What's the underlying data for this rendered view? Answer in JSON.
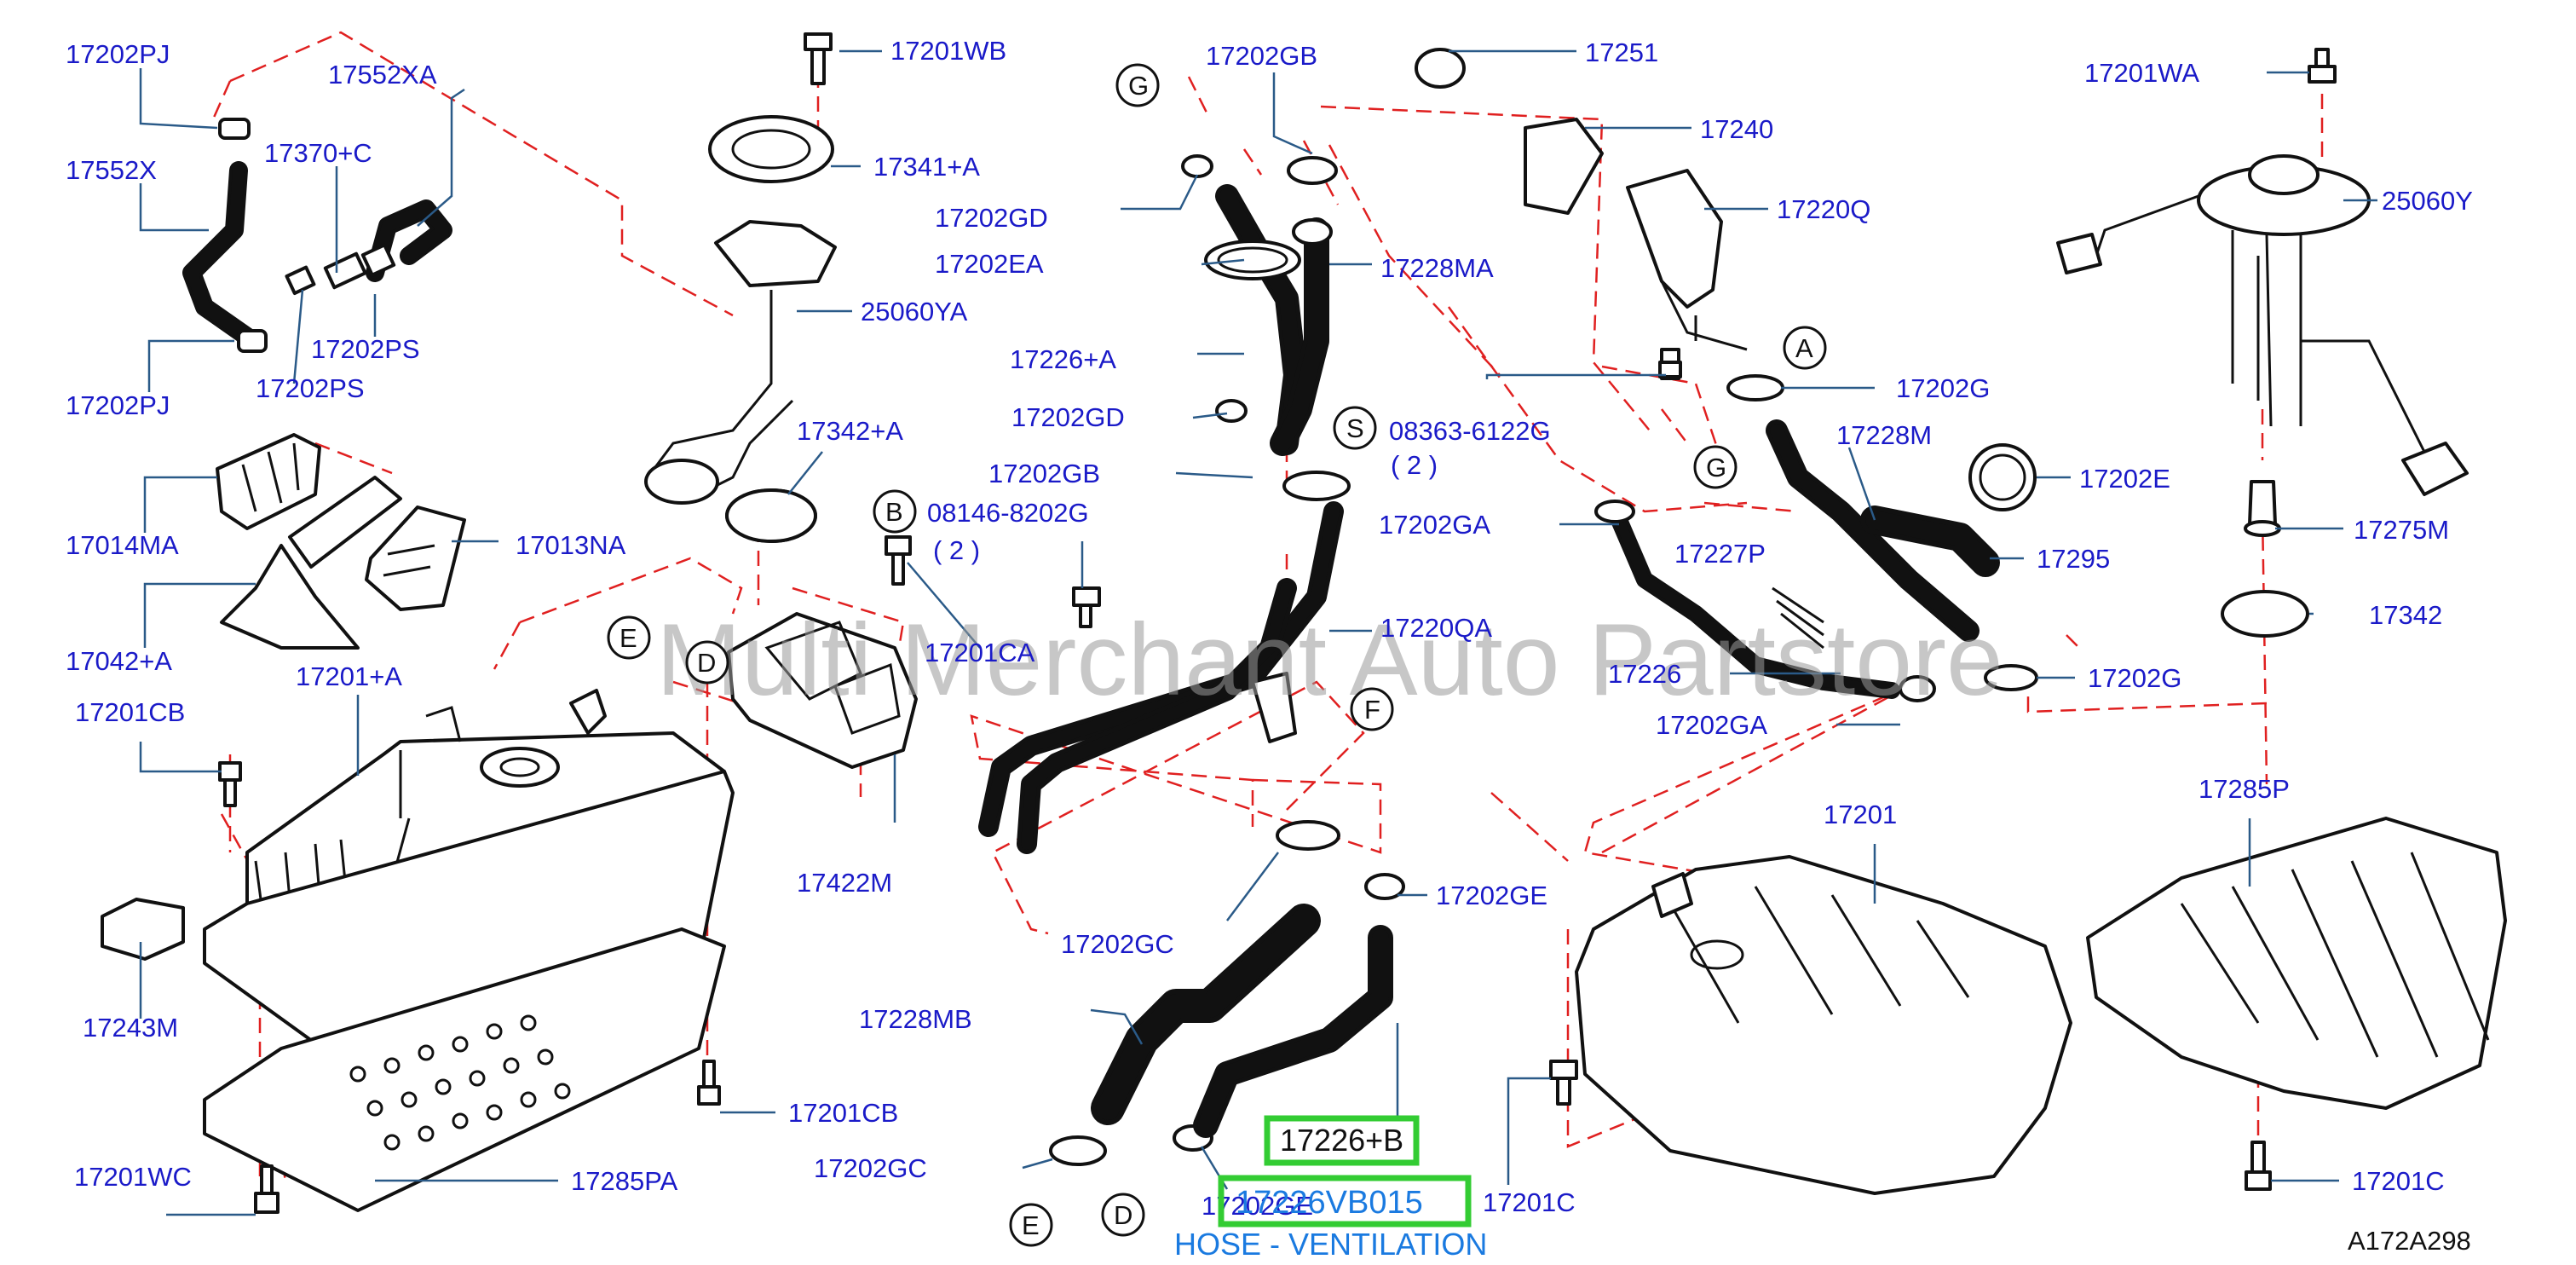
{
  "watermark": "Multi Merchant Auto Partstore",
  "figure_code": "A172A298",
  "highlight": {
    "label": "17226+B",
    "part_number": "17226VB015",
    "description": "HOSE - VENTILATION"
  },
  "ref_letters": {
    "a": "A",
    "b": "B",
    "d": "D",
    "e": "E",
    "f": "F",
    "g": "G",
    "s": "S"
  },
  "sub_notes": {
    "qty2": "( 2 )"
  },
  "labels": {
    "p17202PJ_top": "17202PJ",
    "p17552XA": "17552XA",
    "p17552X": "17552X",
    "p17370C": "17370+C",
    "p17202PS_a": "17202PS",
    "p17202PJ_b": "17202PJ",
    "p17202PS_b": "17202PS",
    "p17014MA": "17014MA",
    "p17013NA": "17013NA",
    "p17042A": "17042+A",
    "p17201A": "17201+A",
    "p17201CB_a": "17201CB",
    "p17243M": "17243M",
    "p17201WC": "17201WC",
    "p17285PA": "17285PA",
    "p17201CB_b": "17201CB",
    "p17201WB": "17201WB",
    "p17341A": "17341+A",
    "p25060YA": "25060YA",
    "p17342A": "17342+A",
    "p08146": "08146-8202G",
    "p17201CA": "17201CA",
    "p17422M": "17422M",
    "p17202GB_top": "17202GB",
    "p17202GD_a": "17202GD",
    "p17202EA": "17202EA",
    "p17228MA": "17228MA",
    "p17226A": "17226+A",
    "p17202GD_b": "17202GD",
    "p17202GB_b": "17202GB",
    "p17220QA": "17220QA",
    "p17202GC_a": "17202GC",
    "p17202GE_a": "17202GE",
    "p17228MB": "17228MB",
    "p17202GC_b": "17202GC",
    "p17202GE_b": "17202GE",
    "p17251": "17251",
    "p17240": "17240",
    "p17220Q": "17220Q",
    "p08363": "08363-6122G",
    "p17202G_a": "17202G",
    "p17228M": "17228M",
    "p17202E": "17202E",
    "p17202GA_a": "17202GA",
    "p17227P": "17227P",
    "p17295": "17295",
    "p17226": "17226",
    "p17202G_b": "17202G",
    "p17202GA_b": "17202GA",
    "p17201": "17201",
    "p17201C_a": "17201C",
    "p17201WA": "17201WA",
    "p25060Y": "25060Y",
    "p17275M": "17275M",
    "p17342": "17342",
    "p17285P": "17285P",
    "p17201C_b": "17201C"
  }
}
